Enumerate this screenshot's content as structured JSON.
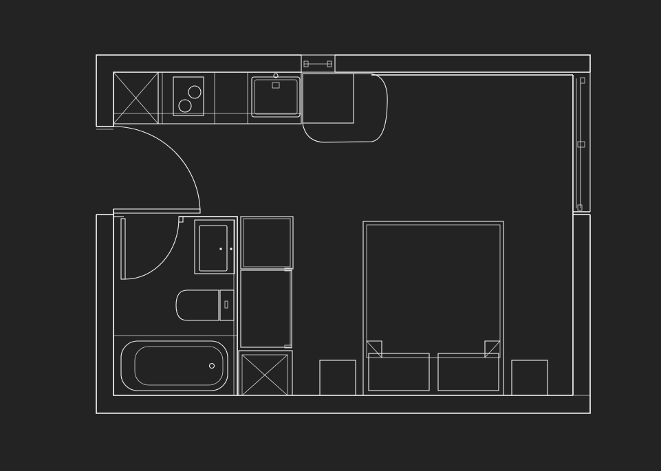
{
  "canvas": {
    "background": "#232323",
    "line_color": "#ffffff"
  },
  "plan": {
    "type": "floor-plan",
    "rooms": [
      "kitchen",
      "living-bedroom",
      "bathroom",
      "entry"
    ]
  }
}
